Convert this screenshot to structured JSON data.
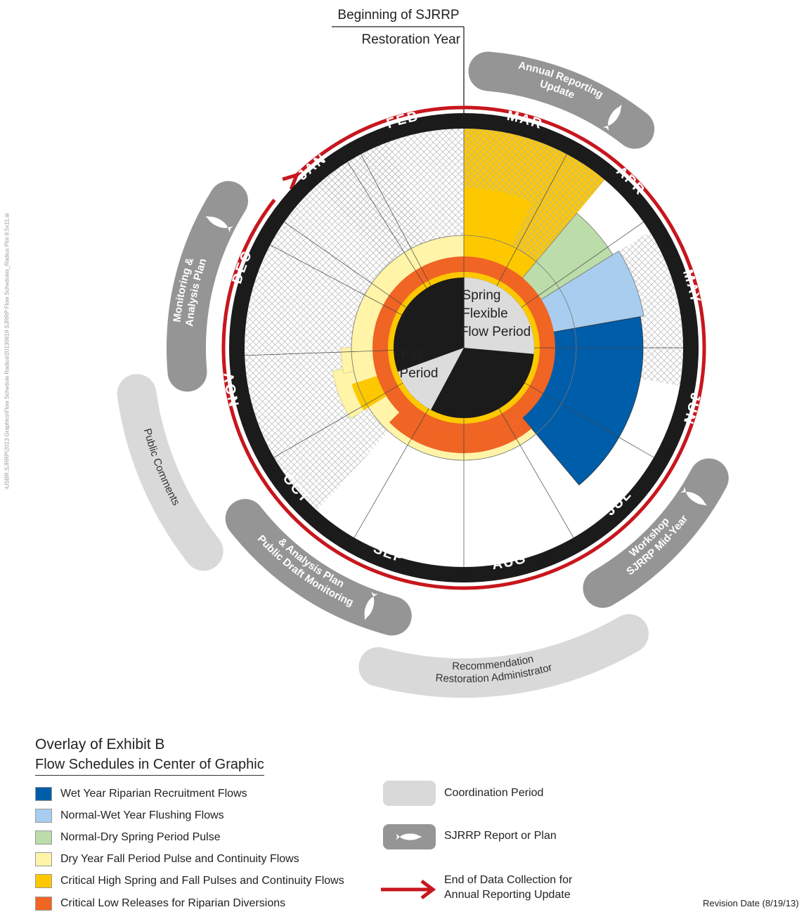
{
  "header": {
    "beginning_label": "Beginning of SJRRP",
    "restoration_year_label": "Restoration Year"
  },
  "months": [
    "JAN",
    "FEB",
    "MAR",
    "APR",
    "MAY",
    "JUN",
    "JUL",
    "AUG",
    "SEP",
    "OCT",
    "NOV",
    "DEC"
  ],
  "center": {
    "spring_lines": [
      "Spring",
      "Flexible",
      "Flow Period"
    ],
    "fall_lines": [
      "Fall",
      "Period"
    ]
  },
  "outer_ring_items": [
    {
      "key": "annual",
      "text": "Annual Reporting Update",
      "type": "report"
    },
    {
      "key": "midyear",
      "text": "SJRRP Mid-Year Workshop",
      "type": "report"
    },
    {
      "key": "recommendation",
      "text": "Restoration Administrator Recommendation",
      "type": "coordination"
    },
    {
      "key": "draft",
      "text": "Public Draft Monitoring & Analysis Plan",
      "type": "report"
    },
    {
      "key": "comments",
      "text": "Public Comments",
      "type": "coordination"
    },
    {
      "key": "plan",
      "text": "Monitoring & Analysis Plan",
      "type": "report"
    }
  ],
  "legend": {
    "title": "Overlay of Exhibit B",
    "subtitle": "Flow Schedules in Center of Graphic",
    "items": [
      {
        "label": "Wet Year Riparian Recruitment Flows",
        "color": "#005daa"
      },
      {
        "label": "Normal-Wet Year Flushing Flows",
        "color": "#a8cdee"
      },
      {
        "label": "Normal-Dry Spring Period Pulse",
        "color": "#bcdcaa"
      },
      {
        "label": "Dry Year Fall Period Pulse and Continuity Flows",
        "color": "#fff4a8"
      },
      {
        "label": "Critical High Spring and Fall Pulses and Continuity Flows",
        "color": "#fdc800"
      },
      {
        "label": "Critical Low Releases for Riparian Diversions",
        "color": "#f06424"
      }
    ],
    "coordination_label": "Coordination Period",
    "report_label": "SJRRP Report or Plan",
    "arrow_label_lines": [
      "End of Data Collection for",
      "Annual Reporting Update"
    ]
  },
  "revision": "Revision Date (8/19/13)",
  "side_note": "\\USBR.SJRRP\\2013 Graphics\\Flow Schedule Radius\\20130819 SJRRP Flow Schedules_Radius Plot 8.5x11.ai",
  "colors": {
    "black": "#1b1b1b",
    "red_arrow": "#c8161d",
    "report": "#959595",
    "coordination": "#d9d9da",
    "hatch": "#bdbdbd",
    "text_white": "#ffffff"
  }
}
